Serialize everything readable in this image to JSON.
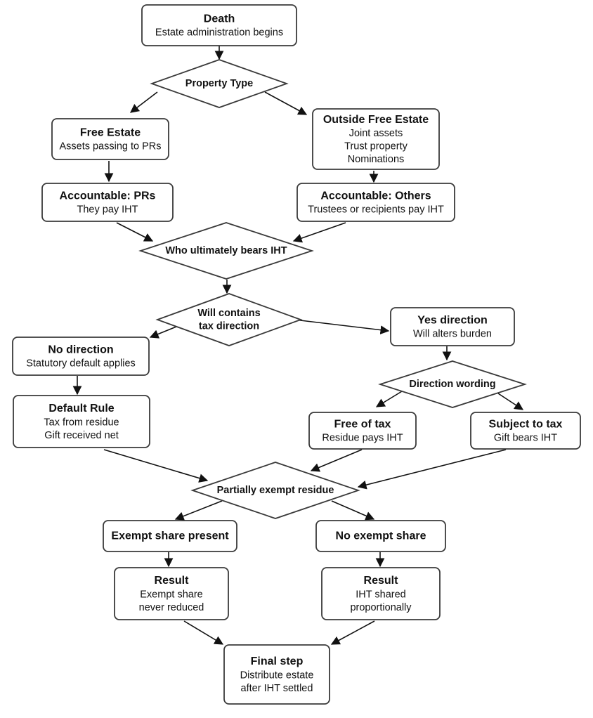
{
  "nodes": {
    "death": {
      "title": "Death",
      "lines": [
        "Estate administration begins"
      ]
    },
    "property_type": {
      "lines": [
        "Property Type"
      ]
    },
    "free_estate": {
      "title": "Free Estate",
      "lines": [
        "Assets passing to PRs"
      ]
    },
    "outside_free_estate": {
      "title": "Outside Free Estate",
      "lines": [
        "Joint assets",
        "Trust property",
        "Nominations"
      ]
    },
    "accountable_prs": {
      "title": "Accountable: PRs",
      "lines": [
        "They pay IHT"
      ]
    },
    "accountable_others": {
      "title": "Accountable: Others",
      "lines": [
        "Trustees or recipients pay IHT"
      ]
    },
    "who_bears": {
      "lines": [
        "Who ultimately bears IHT"
      ]
    },
    "will_direction": {
      "lines": [
        "Will contains",
        "tax direction"
      ]
    },
    "no_direction": {
      "title": "No direction",
      "lines": [
        "Statutory default applies"
      ]
    },
    "yes_direction": {
      "title": "Yes direction",
      "lines": [
        "Will alters burden"
      ]
    },
    "direction_wording": {
      "lines": [
        "Direction wording"
      ]
    },
    "default_rule": {
      "title": "Default Rule",
      "lines": [
        "Tax from residue",
        "Gift received net"
      ]
    },
    "free_of_tax": {
      "title": "Free of tax",
      "lines": [
        "Residue pays IHT"
      ]
    },
    "subject_to_tax": {
      "title": "Subject to tax",
      "lines": [
        "Gift bears IHT"
      ]
    },
    "partially_exempt": {
      "lines": [
        "Partially exempt residue"
      ]
    },
    "exempt_share_present": {
      "title": "Exempt share present",
      "lines": []
    },
    "no_exempt_share": {
      "title": "No exempt share",
      "lines": []
    },
    "result_left": {
      "title": "Result",
      "lines": [
        "Exempt share",
        "never reduced"
      ]
    },
    "result_right": {
      "title": "Result",
      "lines": [
        "IHT shared",
        "proportionally"
      ]
    },
    "final_step": {
      "title": "Final step",
      "lines": [
        "Distribute estate",
        "after IHT settled"
      ]
    }
  },
  "edges": [
    [
      "death",
      "property_type"
    ],
    [
      "property_type",
      "free_estate"
    ],
    [
      "property_type",
      "outside_free_estate"
    ],
    [
      "free_estate",
      "accountable_prs"
    ],
    [
      "outside_free_estate",
      "accountable_others"
    ],
    [
      "accountable_prs",
      "who_bears"
    ],
    [
      "accountable_others",
      "who_bears"
    ],
    [
      "who_bears",
      "will_direction"
    ],
    [
      "will_direction",
      "no_direction"
    ],
    [
      "will_direction",
      "yes_direction"
    ],
    [
      "no_direction",
      "default_rule"
    ],
    [
      "yes_direction",
      "direction_wording"
    ],
    [
      "direction_wording",
      "free_of_tax"
    ],
    [
      "direction_wording",
      "subject_to_tax"
    ],
    [
      "default_rule",
      "partially_exempt"
    ],
    [
      "free_of_tax",
      "partially_exempt"
    ],
    [
      "subject_to_tax",
      "partially_exempt"
    ],
    [
      "partially_exempt",
      "exempt_share_present"
    ],
    [
      "partially_exempt",
      "no_exempt_share"
    ],
    [
      "exempt_share_present",
      "result_left"
    ],
    [
      "no_exempt_share",
      "result_right"
    ],
    [
      "result_left",
      "final_step"
    ],
    [
      "result_right",
      "final_step"
    ]
  ]
}
